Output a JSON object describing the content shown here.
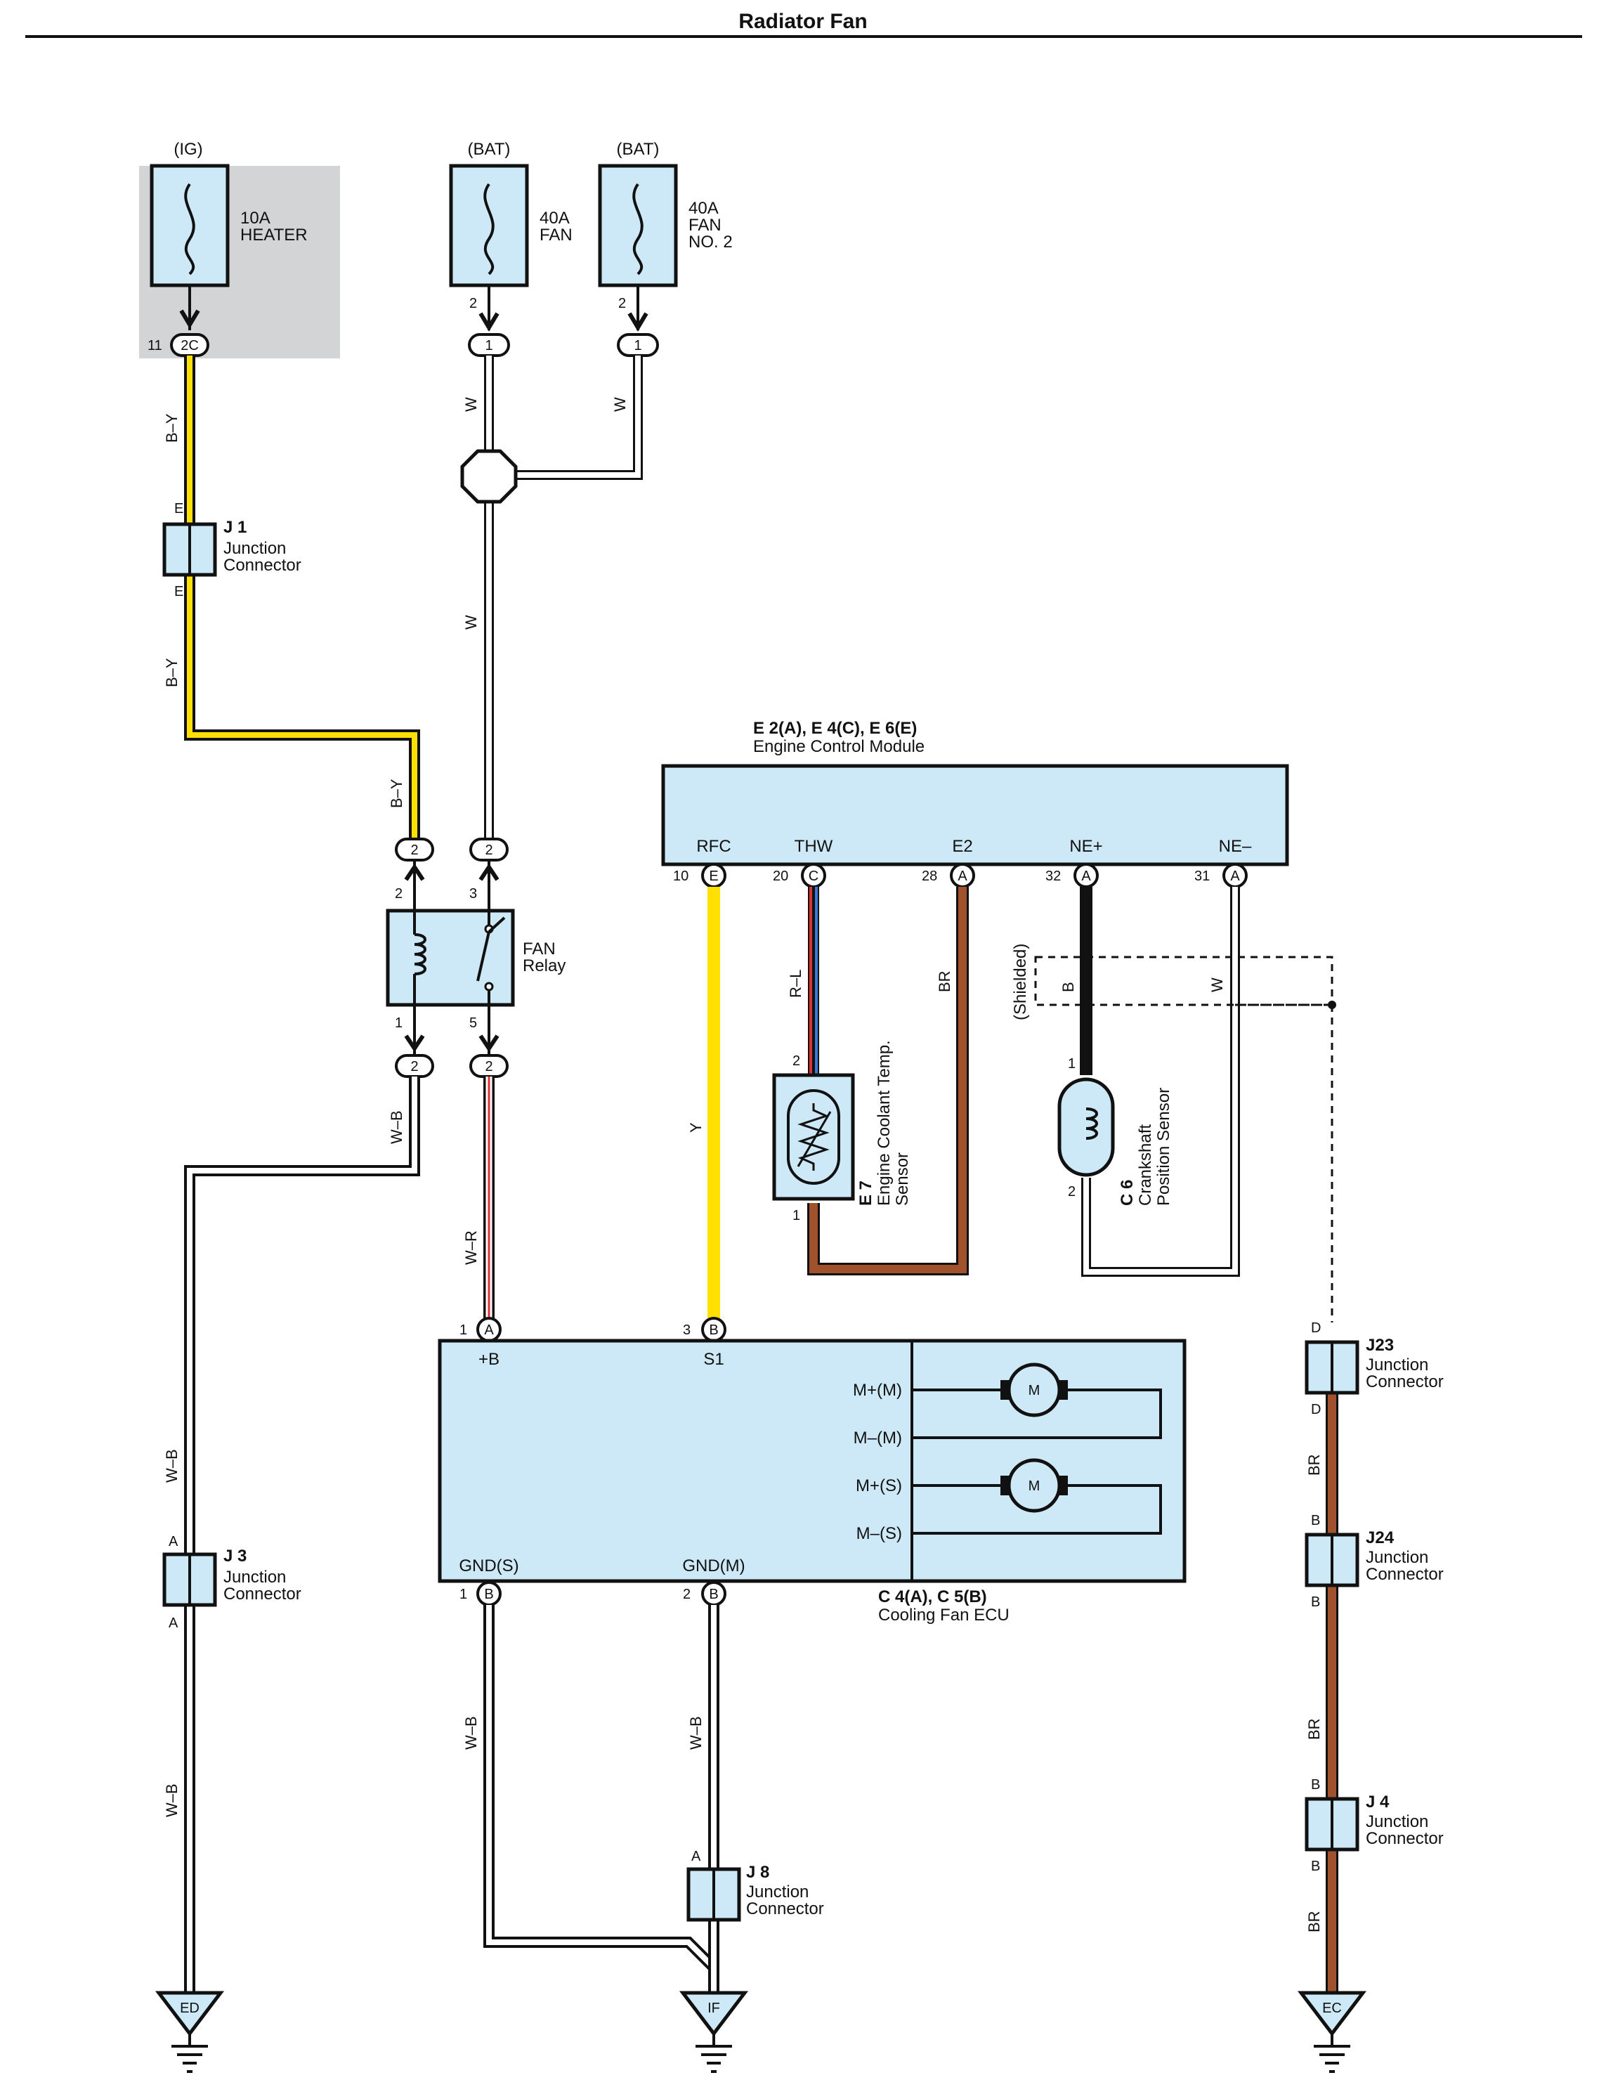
{
  "title": "Radiator Fan",
  "fuses": [
    {
      "supply": "(IG)",
      "rating": "10A",
      "name": "HEATER",
      "name2": "",
      "pin": "",
      "conn_pin": "11",
      "conn": "2C"
    },
    {
      "supply": "(BAT)",
      "rating": "40A",
      "name": "FAN",
      "name2": "",
      "pin": "2",
      "conn": "1"
    },
    {
      "supply": "(BAT)",
      "rating": "40A",
      "name": "FAN",
      "name2": "NO. 2",
      "pin": "2",
      "conn": "1"
    }
  ],
  "junctions": [
    {
      "id": "J 1",
      "name": "Junction",
      "name2": "Connector",
      "pin_top": "E",
      "pin_bottom": "E"
    },
    {
      "id": "J 3",
      "name": "Junction",
      "name2": "Connector",
      "pin_top": "A",
      "pin_bottom": "A"
    },
    {
      "id": "J 8",
      "name": "Junction",
      "name2": "Connector",
      "pin_top": "A",
      "pin_bottom": ""
    },
    {
      "id": "J23",
      "name": "Junction",
      "name2": "Connector",
      "pin_top": "D",
      "pin_bottom": "D"
    },
    {
      "id": "J24",
      "name": "Junction",
      "name2": "Connector",
      "pin_top": "B",
      "pin_bottom": "B"
    },
    {
      "id": "J 4",
      "name": "Junction",
      "name2": "Connector",
      "pin_top": "B",
      "pin_bottom": "B"
    }
  ],
  "relay": {
    "name": "FAN",
    "name2": "Relay",
    "pins": {
      "p2": "2",
      "p3": "3",
      "p1": "1",
      "p5": "5"
    },
    "conn": {
      "top_left": "2",
      "top_right": "2",
      "bottom_left": "2",
      "bottom_right": "2"
    }
  },
  "ecm": {
    "id": "E 2(A), E 4(C), E 6(E)",
    "name": "Engine Control Module",
    "terminals": [
      {
        "name": "RFC",
        "num": "10",
        "conn": "E"
      },
      {
        "name": "THW",
        "num": "20",
        "conn": "C"
      },
      {
        "name": "E2",
        "num": "28",
        "conn": "A"
      },
      {
        "name": "NE+",
        "num": "32",
        "conn": "A"
      },
      {
        "name": "NE–",
        "num": "31",
        "conn": "A"
      }
    ]
  },
  "coolant_sensor": {
    "id": "E 7",
    "name": "Engine Coolant Temp.",
    "name2": "Sensor",
    "pin_top": "2",
    "pin_bottom": "1"
  },
  "crank_sensor": {
    "id": "C 6",
    "name": "Crankshaft",
    "name2": "Position Sensor",
    "pin_top": "1",
    "pin_bottom": "2"
  },
  "shielded_label": "(Shielded)",
  "fan_ecu": {
    "id": "C 4(A), C 5(B)",
    "name": "Cooling Fan ECU",
    "terminals_top": [
      {
        "name": "+B",
        "num": "1",
        "conn": "A"
      },
      {
        "name": "S1",
        "num": "3",
        "conn": "B"
      }
    ],
    "terminals_bottom": [
      {
        "name": "GND(S)",
        "num": "1",
        "conn": "B"
      },
      {
        "name": "GND(M)",
        "num": "2",
        "conn": "B"
      }
    ],
    "motor_labels": [
      "M+(M)",
      "M–(M)",
      "M+(S)",
      "M–(S)"
    ],
    "motor_symbol": "M"
  },
  "wire_colors": {
    "B-Y": "B–Y",
    "W": "W",
    "W-B": "W–B",
    "W-R": "W–R",
    "Y": "Y",
    "R-L": "R–L",
    "BR": "BR",
    "B": "B"
  },
  "grounds": [
    "ED",
    "IF",
    "EC"
  ],
  "colors": {
    "component_fill": "#cde9f7",
    "fuse_area_gray": "#d3d4d6",
    "wire_yellow": "#ffe000",
    "wire_brown": "#a0522d",
    "wire_red": "#e03030",
    "wire_blue": "#3a78d8",
    "wire_black": "#111111",
    "wire_white": "#ffffff"
  }
}
